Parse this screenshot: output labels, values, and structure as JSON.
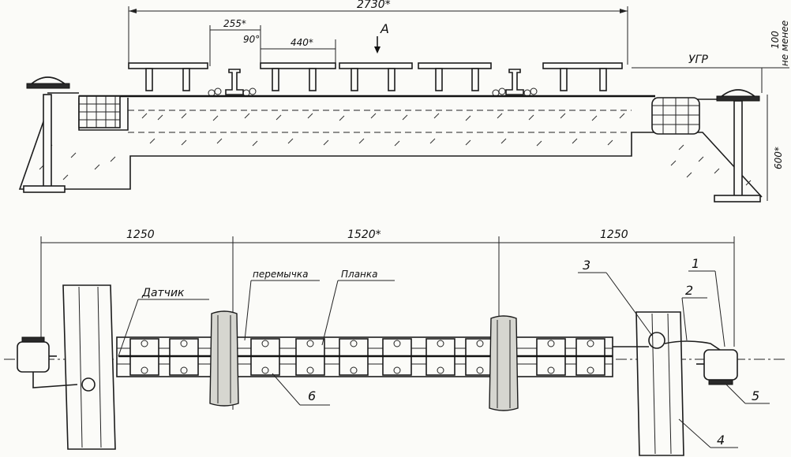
{
  "top_view": {
    "dim_overall": "2730*",
    "dim_left_offset": "255*",
    "dim_angle": "90°",
    "dim_spacing": "440*",
    "section_mark": "A",
    "level_label": "УГР",
    "dim_clearance_value": "100",
    "dim_clearance_note": "не менее",
    "dim_post_height": "600*"
  },
  "plan_view": {
    "dim_left": "1250",
    "dim_middle": "1520*",
    "dim_right": "1250",
    "label_sensor": "Датчик",
    "label_jumper": "перемычка",
    "label_plate": "Планка",
    "callout_1": "1",
    "callout_2": "2",
    "callout_3": "3",
    "callout_4": "4",
    "callout_5": "5",
    "callout_6": "6"
  }
}
